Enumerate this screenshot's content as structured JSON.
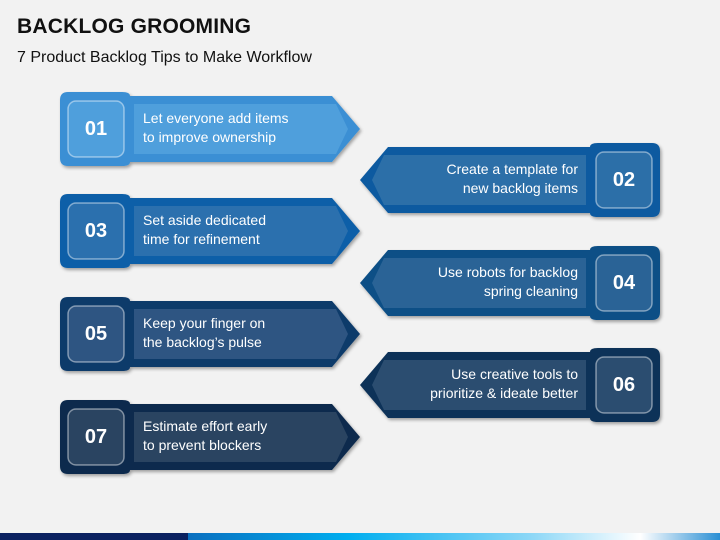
{
  "header": {
    "title": "BACKLOG GROOMING",
    "subtitle": "7 Product Backlog Tips to Make Workflow"
  },
  "steps": [
    {
      "number": "01",
      "line1": "Let everyone add items",
      "line2": "to improve ownership",
      "side": "left",
      "outer": "#3a8fd4",
      "inner": "#4f9fdc"
    },
    {
      "number": "02",
      "line1": "Create a template for",
      "line2": "new backlog items",
      "side": "right",
      "outer": "#0b5aa0",
      "inner": "#2c6fa8"
    },
    {
      "number": "03",
      "line1": "Set aside dedicated",
      "line2": "time for refinement",
      "side": "left",
      "outer": "#0d5fa8",
      "inner": "#2b70ae"
    },
    {
      "number": "04",
      "line1": "Use robots for backlog",
      "line2": "spring cleaning",
      "side": "right",
      "outer": "#0b4f86",
      "inner": "#2a6396"
    },
    {
      "number": "05",
      "line1": "Keep your finger on",
      "line2": "the backlog’s pulse",
      "side": "left",
      "outer": "#0f3a6a",
      "inner": "#2e5582"
    },
    {
      "number": "06",
      "line1": "Use creative tools to",
      "line2": "prioritize & ideate better",
      "side": "right",
      "outer": "#0e3358",
      "inner": "#2b4d70"
    },
    {
      "number": "07",
      "line1": "Estimate effort early",
      "line2": "to prevent blockers",
      "side": "left",
      "outer": "#0f2c4e",
      "inner": "#2a4461"
    }
  ],
  "footer": {
    "colors": [
      "#0b2160",
      "#00aeef"
    ]
  }
}
